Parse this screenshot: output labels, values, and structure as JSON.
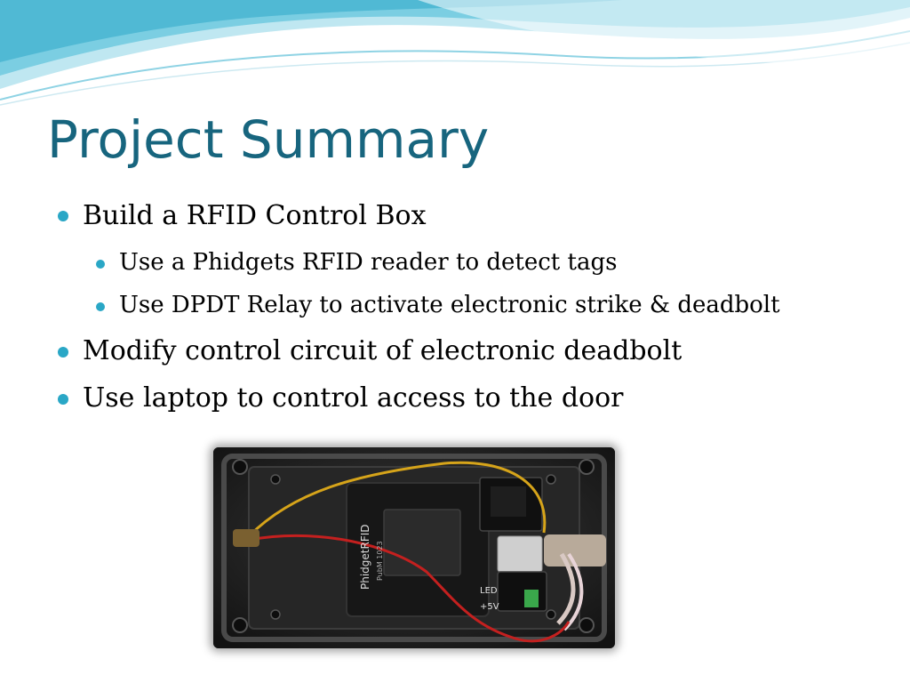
{
  "slide": {
    "title": "Project Summary",
    "bullets": [
      {
        "text": "Build a RFID Control Box",
        "level": 1
      },
      {
        "text": "Use a Phidgets RFID reader to detect tags",
        "level": 2
      },
      {
        "text": "Use DPDT Relay to activate electronic strike & deadbolt",
        "level": 2
      },
      {
        "text": "Modify control circuit of electronic deadbolt",
        "level": 1
      },
      {
        "text": "Use laptop to control access to the door",
        "level": 1
      }
    ],
    "photo": {
      "board_label": "PhidgetRFID",
      "board_sub": "PubM 1023",
      "led_label": "LED",
      "power_label": "+5V"
    }
  },
  "colors": {
    "title": "#17657e",
    "bullet": "#2aa7c6",
    "wave_light": "#bfe7f1",
    "wave_mid": "#6fc9df",
    "wave_dark": "#3fb0cf"
  }
}
